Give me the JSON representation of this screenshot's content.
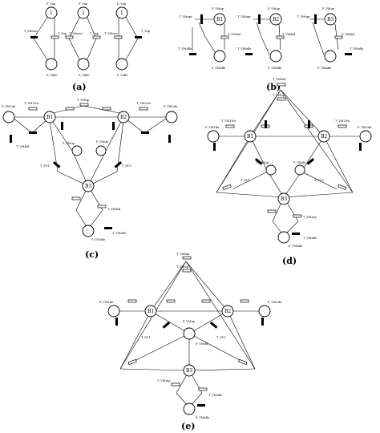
{
  "panels": [
    {
      "caption": "(a)"
    },
    {
      "caption": "(b)"
    },
    {
      "caption": "(c)"
    },
    {
      "caption": "(d)"
    },
    {
      "caption": "(e)"
    }
  ],
  "a": {
    "top_places": [
      "P_Vup",
      "P_Vup",
      "P_Vup"
    ],
    "bottom_places": [
      "P_Vidle",
      "P_Vidle",
      "P_Vidle"
    ],
    "tokens": [
      "1",
      "1",
      "1"
    ],
    "transitions": [
      "T_Vdown",
      "T_Vup",
      "T_Vdown",
      "T_Vup",
      "T_Vdown",
      "T_Vup"
    ]
  },
  "b": {
    "top_places": [
      "P_VMup",
      "P_VMup",
      "P_VMup"
    ],
    "bottom_places": [
      "P_VMidle",
      "P_VMidle",
      "P_VMidle"
    ],
    "tokens": [
      "B1",
      "B2",
      "B3"
    ],
    "transitions": [
      "T_VMupr",
      "T_VMfail",
      "T_VMidle",
      "T_VMupr",
      "T_VMfail",
      "T_VMidle",
      "T_VMupr",
      "T_VMfail",
      "T_VMidle"
    ]
  },
  "c": {
    "places": [
      "P_VM1dn",
      "P_VMup",
      "P_VM2dn",
      "P_VMdn",
      "P_VMidle"
    ],
    "tokens": [
      "B1",
      "B2",
      "B3"
    ],
    "transitions": [
      "T_VMup",
      "T_VM1Sw",
      "T_VM2Sw",
      "T_VMfail",
      "T_SU1",
      "T_SU2",
      "T_VMfail",
      "T_VMidle"
    ]
  },
  "d": {
    "places": [
      "P_VM1dn",
      "P_VMup",
      "P_VM2dn",
      "P_VMdn",
      "P_VMidle"
    ],
    "tokens": [
      "B1",
      "B2",
      "B3"
    ],
    "transitions": [
      "T_VMfail",
      "T_VMup",
      "T_VM1Sw",
      "T_VM2Sw",
      "T_SU1",
      "T_SU2",
      "T_VMrep",
      "T_VMidle"
    ]
  },
  "e": {
    "places": [
      "P_VM1dn",
      "P_VMup",
      "P_VM2dn",
      "P_VMdn",
      "P_VMidle"
    ],
    "tokens": [
      "B1",
      "B2",
      "B3"
    ],
    "transitions": [
      "T_VMfail",
      "T_VMup",
      "T_SU1",
      "T_SU2",
      "T_VMrep",
      "T_VMidle"
    ]
  }
}
